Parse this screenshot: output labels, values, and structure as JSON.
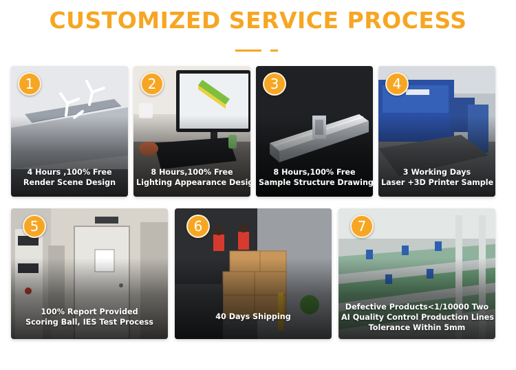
{
  "page": {
    "title": "CUSTOMIZED SERVICE PROCESS",
    "accent": "#f6a623"
  },
  "steps": [
    {
      "number": "1",
      "lines": [
        "4 Hours ,100% Free",
        "Render Scene Design"
      ]
    },
    {
      "number": "2",
      "lines": [
        "8 Hours,100% Free",
        "Lighting Appearance Design"
      ]
    },
    {
      "number": "3",
      "lines": [
        "8 Hours,100% Free",
        "Sample Structure Drawing"
      ]
    },
    {
      "number": "4",
      "lines": [
        "3 Working Days",
        "Laser +3D Printer Sample"
      ]
    },
    {
      "number": "5",
      "lines": [
        "100% Report Provided",
        "Scoring Ball, IES Test Process"
      ]
    },
    {
      "number": "6",
      "lines": [
        "40 Days Shipping"
      ]
    },
    {
      "number": "7",
      "lines": [
        "Defective Products<1/10000 Two",
        "AI Quality Control Production Lines",
        "Tolerance Within 5mm"
      ]
    }
  ]
}
